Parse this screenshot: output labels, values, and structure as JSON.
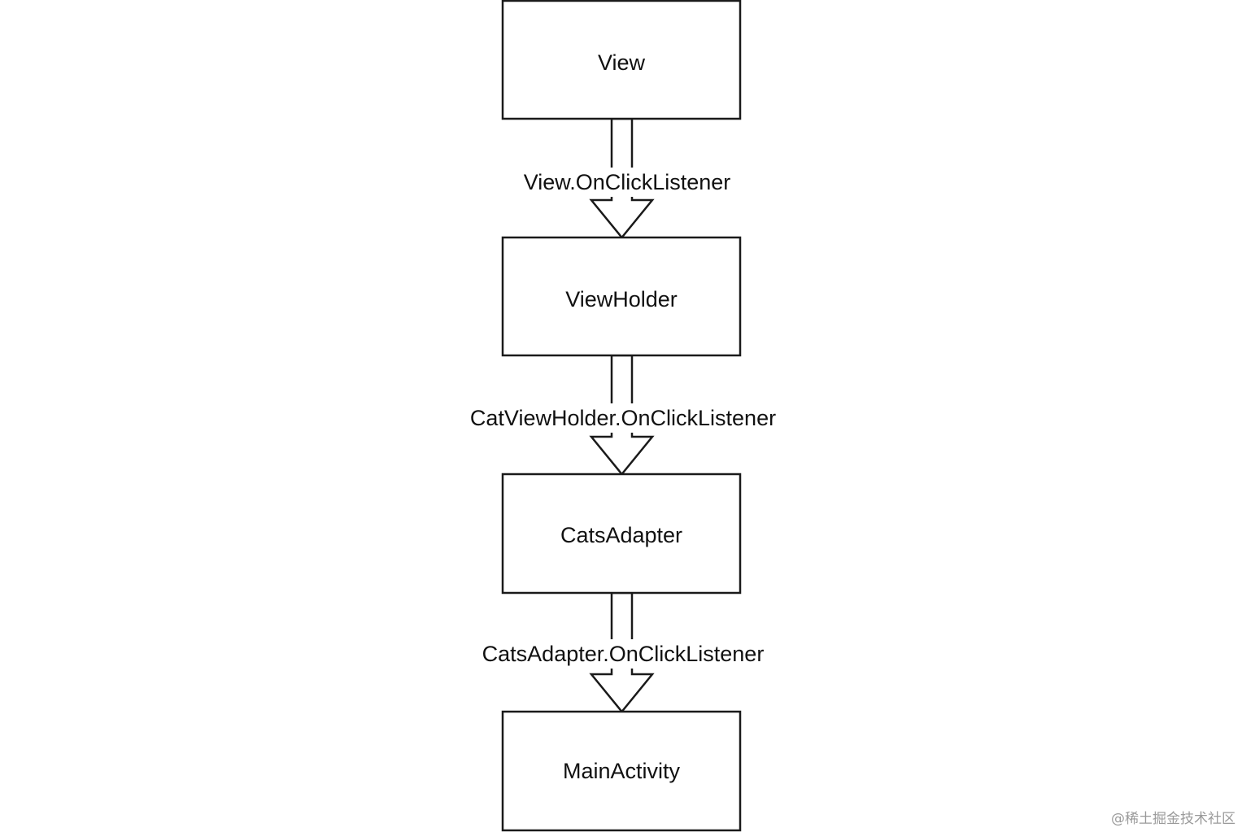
{
  "nodes": [
    {
      "id": "view",
      "label": "View"
    },
    {
      "id": "viewholder",
      "label": "ViewHolder"
    },
    {
      "id": "catsadapter",
      "label": "CatsAdapter"
    },
    {
      "id": "mainactivity",
      "label": "MainActivity"
    }
  ],
  "edges": [
    {
      "from": "view",
      "to": "viewholder",
      "label": "View.OnClickListener"
    },
    {
      "from": "viewholder",
      "to": "catsadapter",
      "label": "CatViewHolder.OnClickListener"
    },
    {
      "from": "catsadapter",
      "to": "mainactivity",
      "label": "CatsAdapter.OnClickListener"
    }
  ],
  "watermark": "@稀土掘金技术社区"
}
